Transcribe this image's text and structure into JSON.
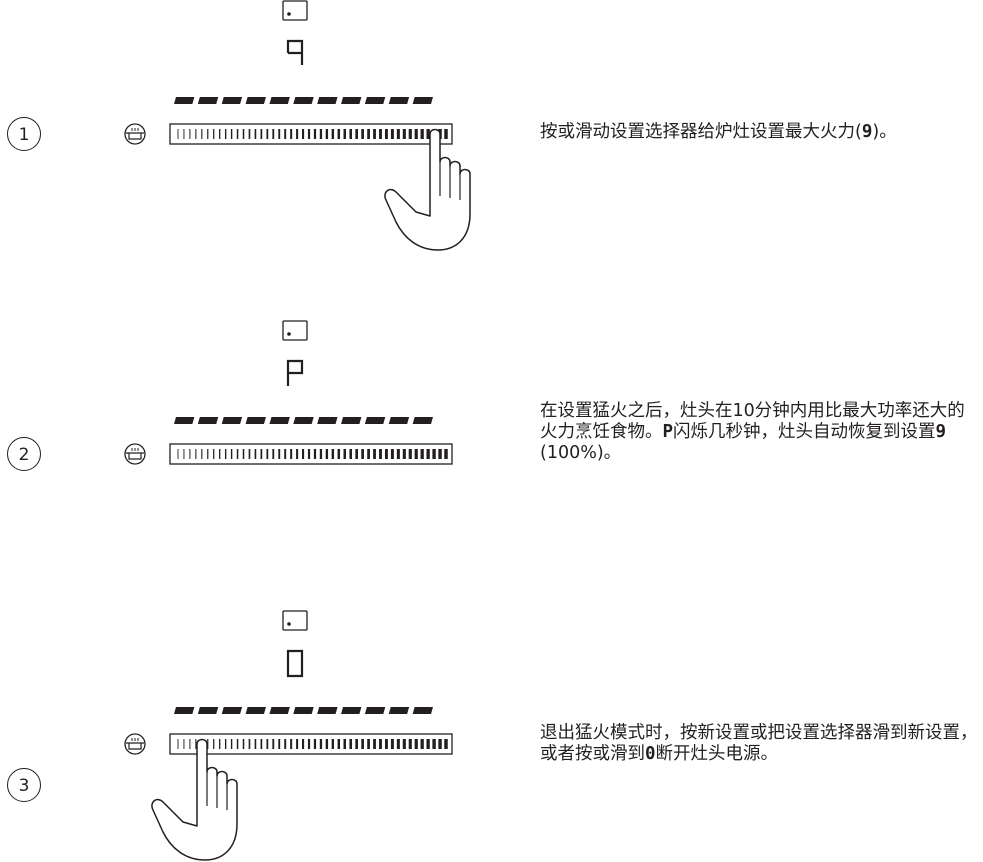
{
  "steps": [
    {
      "number": "1",
      "display_digit": "9",
      "hand_position": "right",
      "desc_parts": [
        "按或滑动设置选择器给炉灶设置最大火力(",
        "9",
        ")。"
      ]
    },
    {
      "number": "2",
      "display_digit": "P",
      "hand_position": "none",
      "desc_parts": [
        "在设置猛火之后，灶头在10分钟内用比最大功率还大的火力烹饪食物。",
        "P",
        "闪烁几秒钟，灶头自动恢复到设置",
        "9",
        " (100%)。"
      ]
    },
    {
      "number": "3",
      "display_digit": "0",
      "hand_position": "left",
      "desc_parts": [
        "退出猛火模式时，按新设置或把设置选择器滑到新设置，或者按或滑到",
        "0",
        "断开灶头电源。"
      ]
    }
  ],
  "colors": {
    "ink": "#231f20",
    "background": "#ffffff"
  }
}
